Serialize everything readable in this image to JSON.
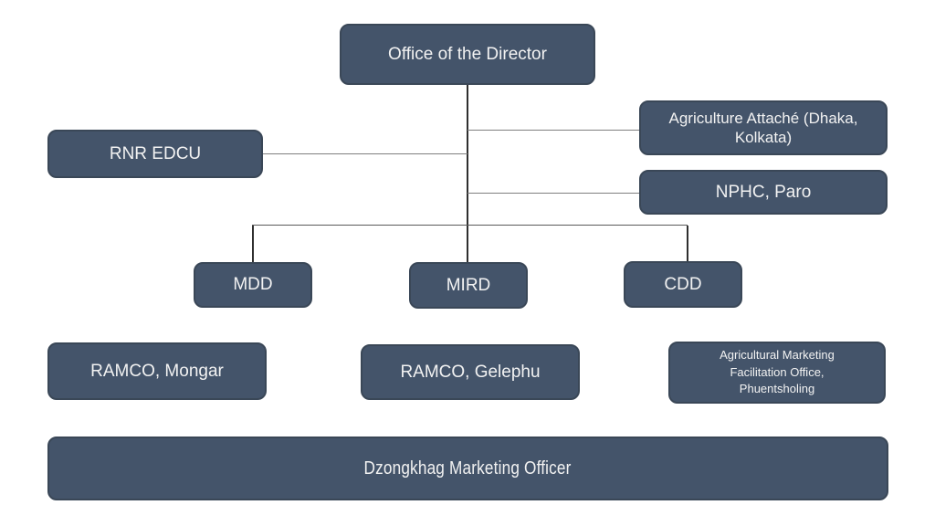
{
  "colors": {
    "node_fill": "#44546A",
    "node_border": "#3A4757",
    "node_text": "#F2F2F2",
    "connector_trunk": "#2F2F2F",
    "connector_branch": "#7F7F7F",
    "background": "#FFFFFF"
  },
  "nodes": {
    "office_director": {
      "label": "Office of the Director"
    },
    "agriculture_attache": {
      "label": "Agriculture Attaché (Dhaka, Kolkata)"
    },
    "rnr_edcu": {
      "label": "RNR EDCU"
    },
    "nphc_paro": {
      "label": "NPHC, Paro"
    },
    "mdd": {
      "label": "MDD"
    },
    "mird": {
      "label": "MIRD"
    },
    "cdd": {
      "label": "CDD"
    },
    "ramco_mongar": {
      "label": "RAMCO, Mongar"
    },
    "ramco_gelephu": {
      "label": "RAMCO, Gelephu"
    },
    "amfo_phuentsholing": {
      "label": "Agricultural Marketing Facilitation Office, Phuentsholing"
    },
    "dzongkhag_marketing_officer": {
      "label": "Dzongkhag Marketing Officer"
    }
  },
  "edges": [
    {
      "from": "Office of the Director",
      "to": "Agriculture Attaché (Dhaka, Kolkata)"
    },
    {
      "from": "Office of the Director",
      "to": "RNR EDCU"
    },
    {
      "from": "Office of the Director",
      "to": "NPHC, Paro"
    },
    {
      "from": "Office of the Director",
      "to": "MDD"
    },
    {
      "from": "Office of the Director",
      "to": "MIRD"
    },
    {
      "from": "Office of the Director",
      "to": "CDD"
    }
  ]
}
